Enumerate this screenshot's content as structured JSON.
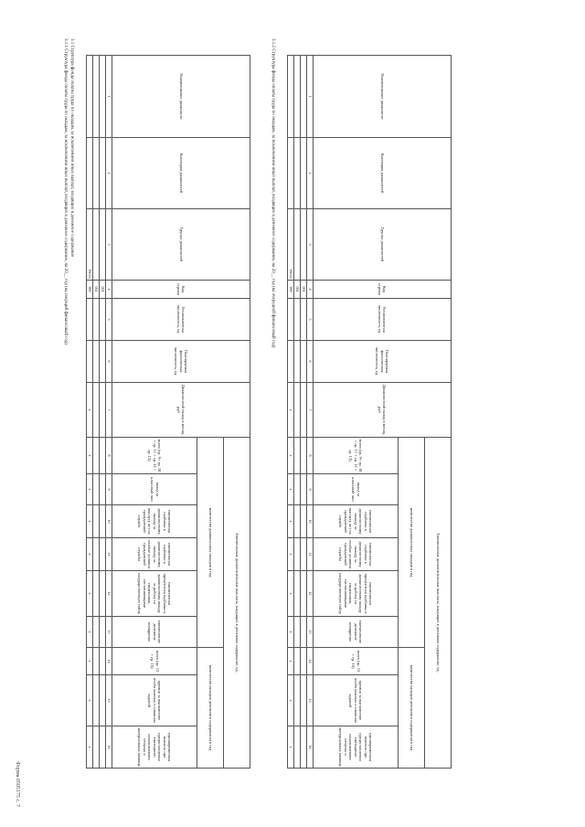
{
  "form_label": "Форма 0505175 с. 7",
  "sections": [
    {
      "heading": "3.1 Структура фонда оплаты труда по окладам, за исключением иных выплат, входящих в денежное содержание",
      "subheading": "3.1.1 Структура фонда оплаты труда по окладам, за исключением иных выплат, входящих в денежное содержание, на 20__ год (на текущий финансовый год)"
    },
    {
      "heading": "3.1.2 Структура фонда оплаты труда по окладам, за исключением иных выплат, входящих в денежное содержание, на 20__ год (на очередной финансовый год)",
      "subheading": ""
    }
  ],
  "table": {
    "headers": {
      "position": "Наименование должности",
      "category": "Категория должностей",
      "group": "Группа должностей",
      "code": "Код строки",
      "staff_count": "Установленная численность, ед.",
      "planned_count": "Планируемая фактическая численность, ед.",
      "salary": "Должностной оклад в месяц, руб",
      "monthly_group": "Ежемесячные дополнительные выплаты, входящие в денежное содержание, ед.",
      "salaries_qty": "количество должностных окладов в год",
      "total_formula": "всего (гр. 9+ гр. 10 + гр. 11 + гр. 12 + гр. 13)",
      "incl": "в том числе",
      "class_rank": "оклад за классный чин",
      "long_service": "ежемесячная надбавка к должностному окладу за выслугу лет на гражданской службе",
      "special_conditions": "ежемесячная надбавка к должностному окладу за особые условия гражданской службы",
      "secret": "ежемесячная процентная надбавка к должностному окладу за работу со сведениями, составляющими государственную тайну",
      "bonus": "ежемесячное денежное поощрение",
      "other_group": "количество окладов денежного содержания в год",
      "other_total": "всего (гр. 15 + гр. 16)",
      "premiums": "премии за выполнение особо важных и сложных заданий",
      "lump_sum": "единовременная выплата при предоставлении ежегодного оплачиваемого отпуска и материальная помощь"
    },
    "col_numbers": [
      "1",
      "2",
      "3",
      "4",
      "5",
      "6",
      "7",
      "8",
      "9",
      "10",
      "11",
      "12",
      "13",
      "14",
      "15",
      "16"
    ],
    "rows": [
      {
        "code": "001",
        "cells": [
          "",
          "",
          "",
          "",
          "",
          "",
          "",
          "",
          "",
          "",
          "",
          ""
        ]
      },
      {
        "code": "002",
        "cells": [
          "",
          "",
          "",
          "",
          "",
          "",
          "",
          "",
          "",
          "",
          "",
          ""
        ]
      }
    ],
    "total": {
      "label": "Итого",
      "code": "900",
      "cells": [
        "",
        "",
        "x",
        "x",
        "x",
        "x",
        "x",
        "x",
        "x",
        "x",
        "x",
        "x"
      ]
    }
  }
}
